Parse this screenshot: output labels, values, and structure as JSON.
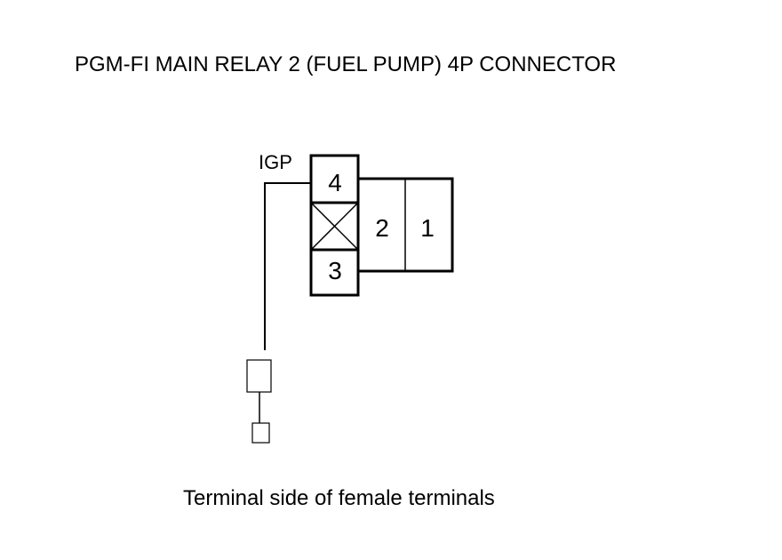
{
  "title": "PGM-FI MAIN RELAY 2 (FUEL PUMP) 4P CONNECTOR",
  "caption": "Terminal side of female terminals",
  "wire_label": "IGP",
  "pins": {
    "pin4": "4",
    "pin3": "3",
    "pin2": "2",
    "pin1": "1"
  },
  "blocked_cavity": "X",
  "test_probe": "probe",
  "colors": {
    "line": "#000000",
    "background": "#ffffff"
  }
}
